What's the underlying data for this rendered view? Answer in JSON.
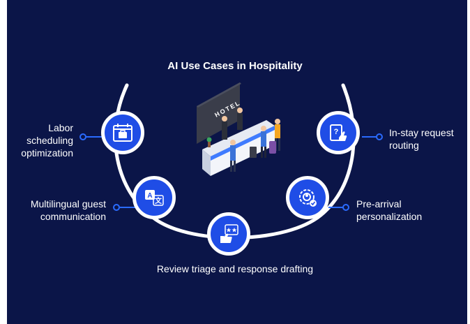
{
  "title": "AI Use Cases in Hospitality",
  "hotel_sign": "HOTEL",
  "use_cases": [
    {
      "id": "labor",
      "lines": [
        "Labor",
        "scheduling",
        "optimization"
      ],
      "icon": "calendar-briefcase-icon"
    },
    {
      "id": "multilingual",
      "lines": [
        "Multilingual guest",
        "communication"
      ],
      "icon": "translate-icon"
    },
    {
      "id": "review",
      "lines": [
        "Review triage and response drafting"
      ],
      "icon": "star-review-icon"
    },
    {
      "id": "prearrival",
      "lines": [
        "Pre-arrival",
        "personalization"
      ],
      "icon": "gear-check-icon"
    },
    {
      "id": "instay",
      "lines": [
        "In-stay request",
        "routing"
      ],
      "icon": "request-clipboard-icon"
    }
  ],
  "colors": {
    "background": "#0b1548",
    "accent": "#1f4de6",
    "connector": "#2a6bff",
    "ring": "#ffffff"
  }
}
